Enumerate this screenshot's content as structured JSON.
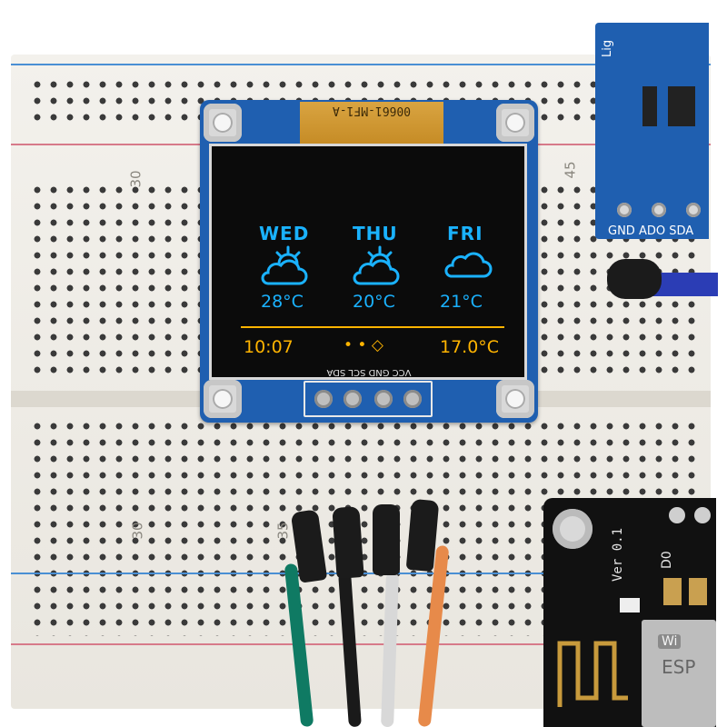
{
  "breadboard": {
    "column_numbers": [
      "30",
      "45",
      "30",
      "35"
    ]
  },
  "oled": {
    "flex_label": "00661-MF1-A",
    "pin_labels": "VCC GND SCL SDA",
    "forecast": [
      {
        "day": "WED",
        "icon": "partly-cloudy-icon",
        "temp": "28°C"
      },
      {
        "day": "THU",
        "icon": "partly-cloudy-icon",
        "temp": "20°C"
      },
      {
        "day": "FRI",
        "icon": "cloud-icon",
        "temp": "21°C"
      }
    ],
    "status": {
      "time": "10:07",
      "indicator_dots": "•  •  ◇",
      "temperature": "17.0°C"
    },
    "colors": {
      "cyan": "#1ab2ff",
      "yellow": "#ffb400",
      "board": "#1f5fb0"
    }
  },
  "light_sensor": {
    "title": "Lig",
    "pins": "GND ADO SDA"
  },
  "esp": {
    "version": "Ver 0.1",
    "pin_label": "D0",
    "chip_label_1": "Wi",
    "chip_label_2": "ESP"
  },
  "wires": {
    "colors": [
      "#0f7a63",
      "#1a1a1a",
      "#d8d8d8",
      "#e78a4a"
    ]
  }
}
